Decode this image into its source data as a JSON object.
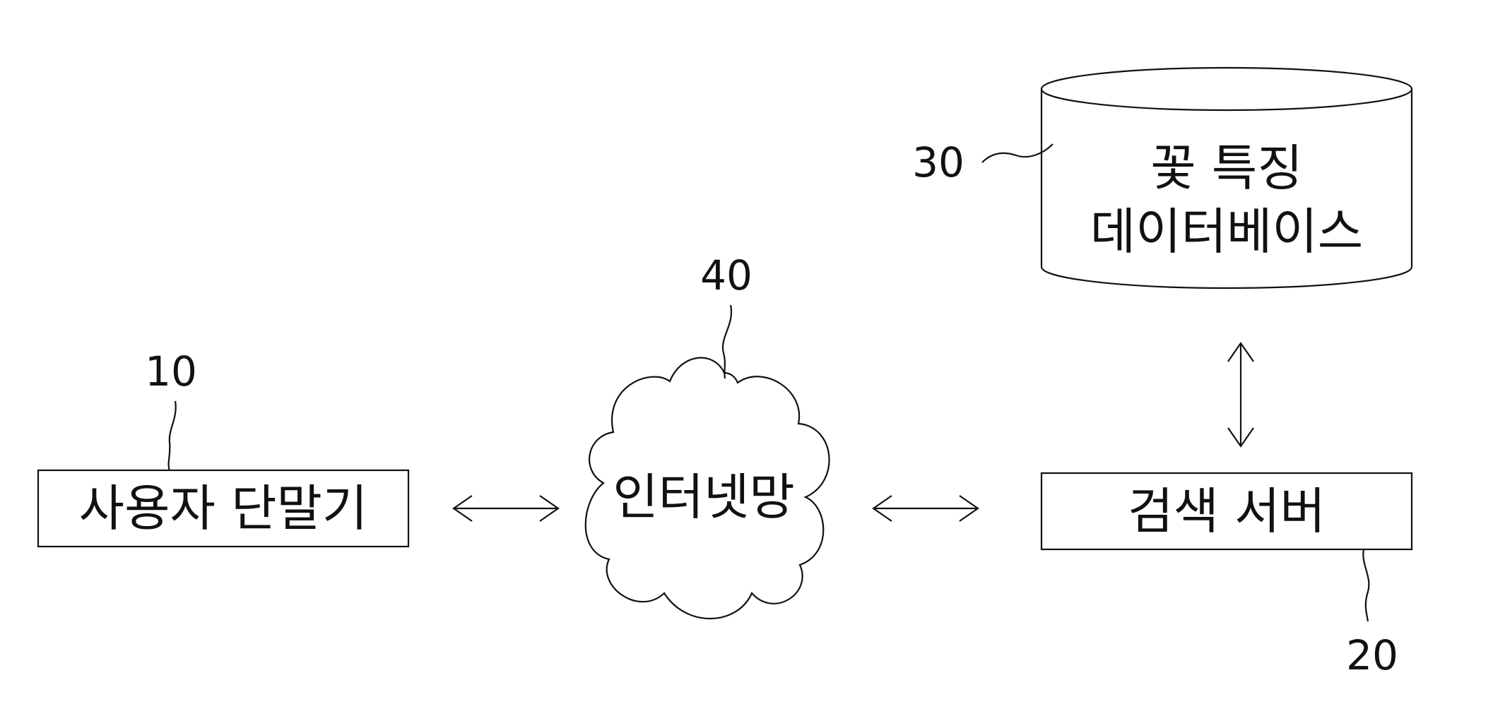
{
  "nodes": {
    "user_terminal": {
      "label": "사용자 단말기",
      "ref": "10"
    },
    "internet": {
      "label": "인터넷망",
      "ref": "40"
    },
    "search_server": {
      "label": "검색 서버",
      "ref": "20"
    },
    "flower_db": {
      "label_line1": "꽃 특징",
      "label_line2": "데이터베이스",
      "ref": "30"
    }
  }
}
